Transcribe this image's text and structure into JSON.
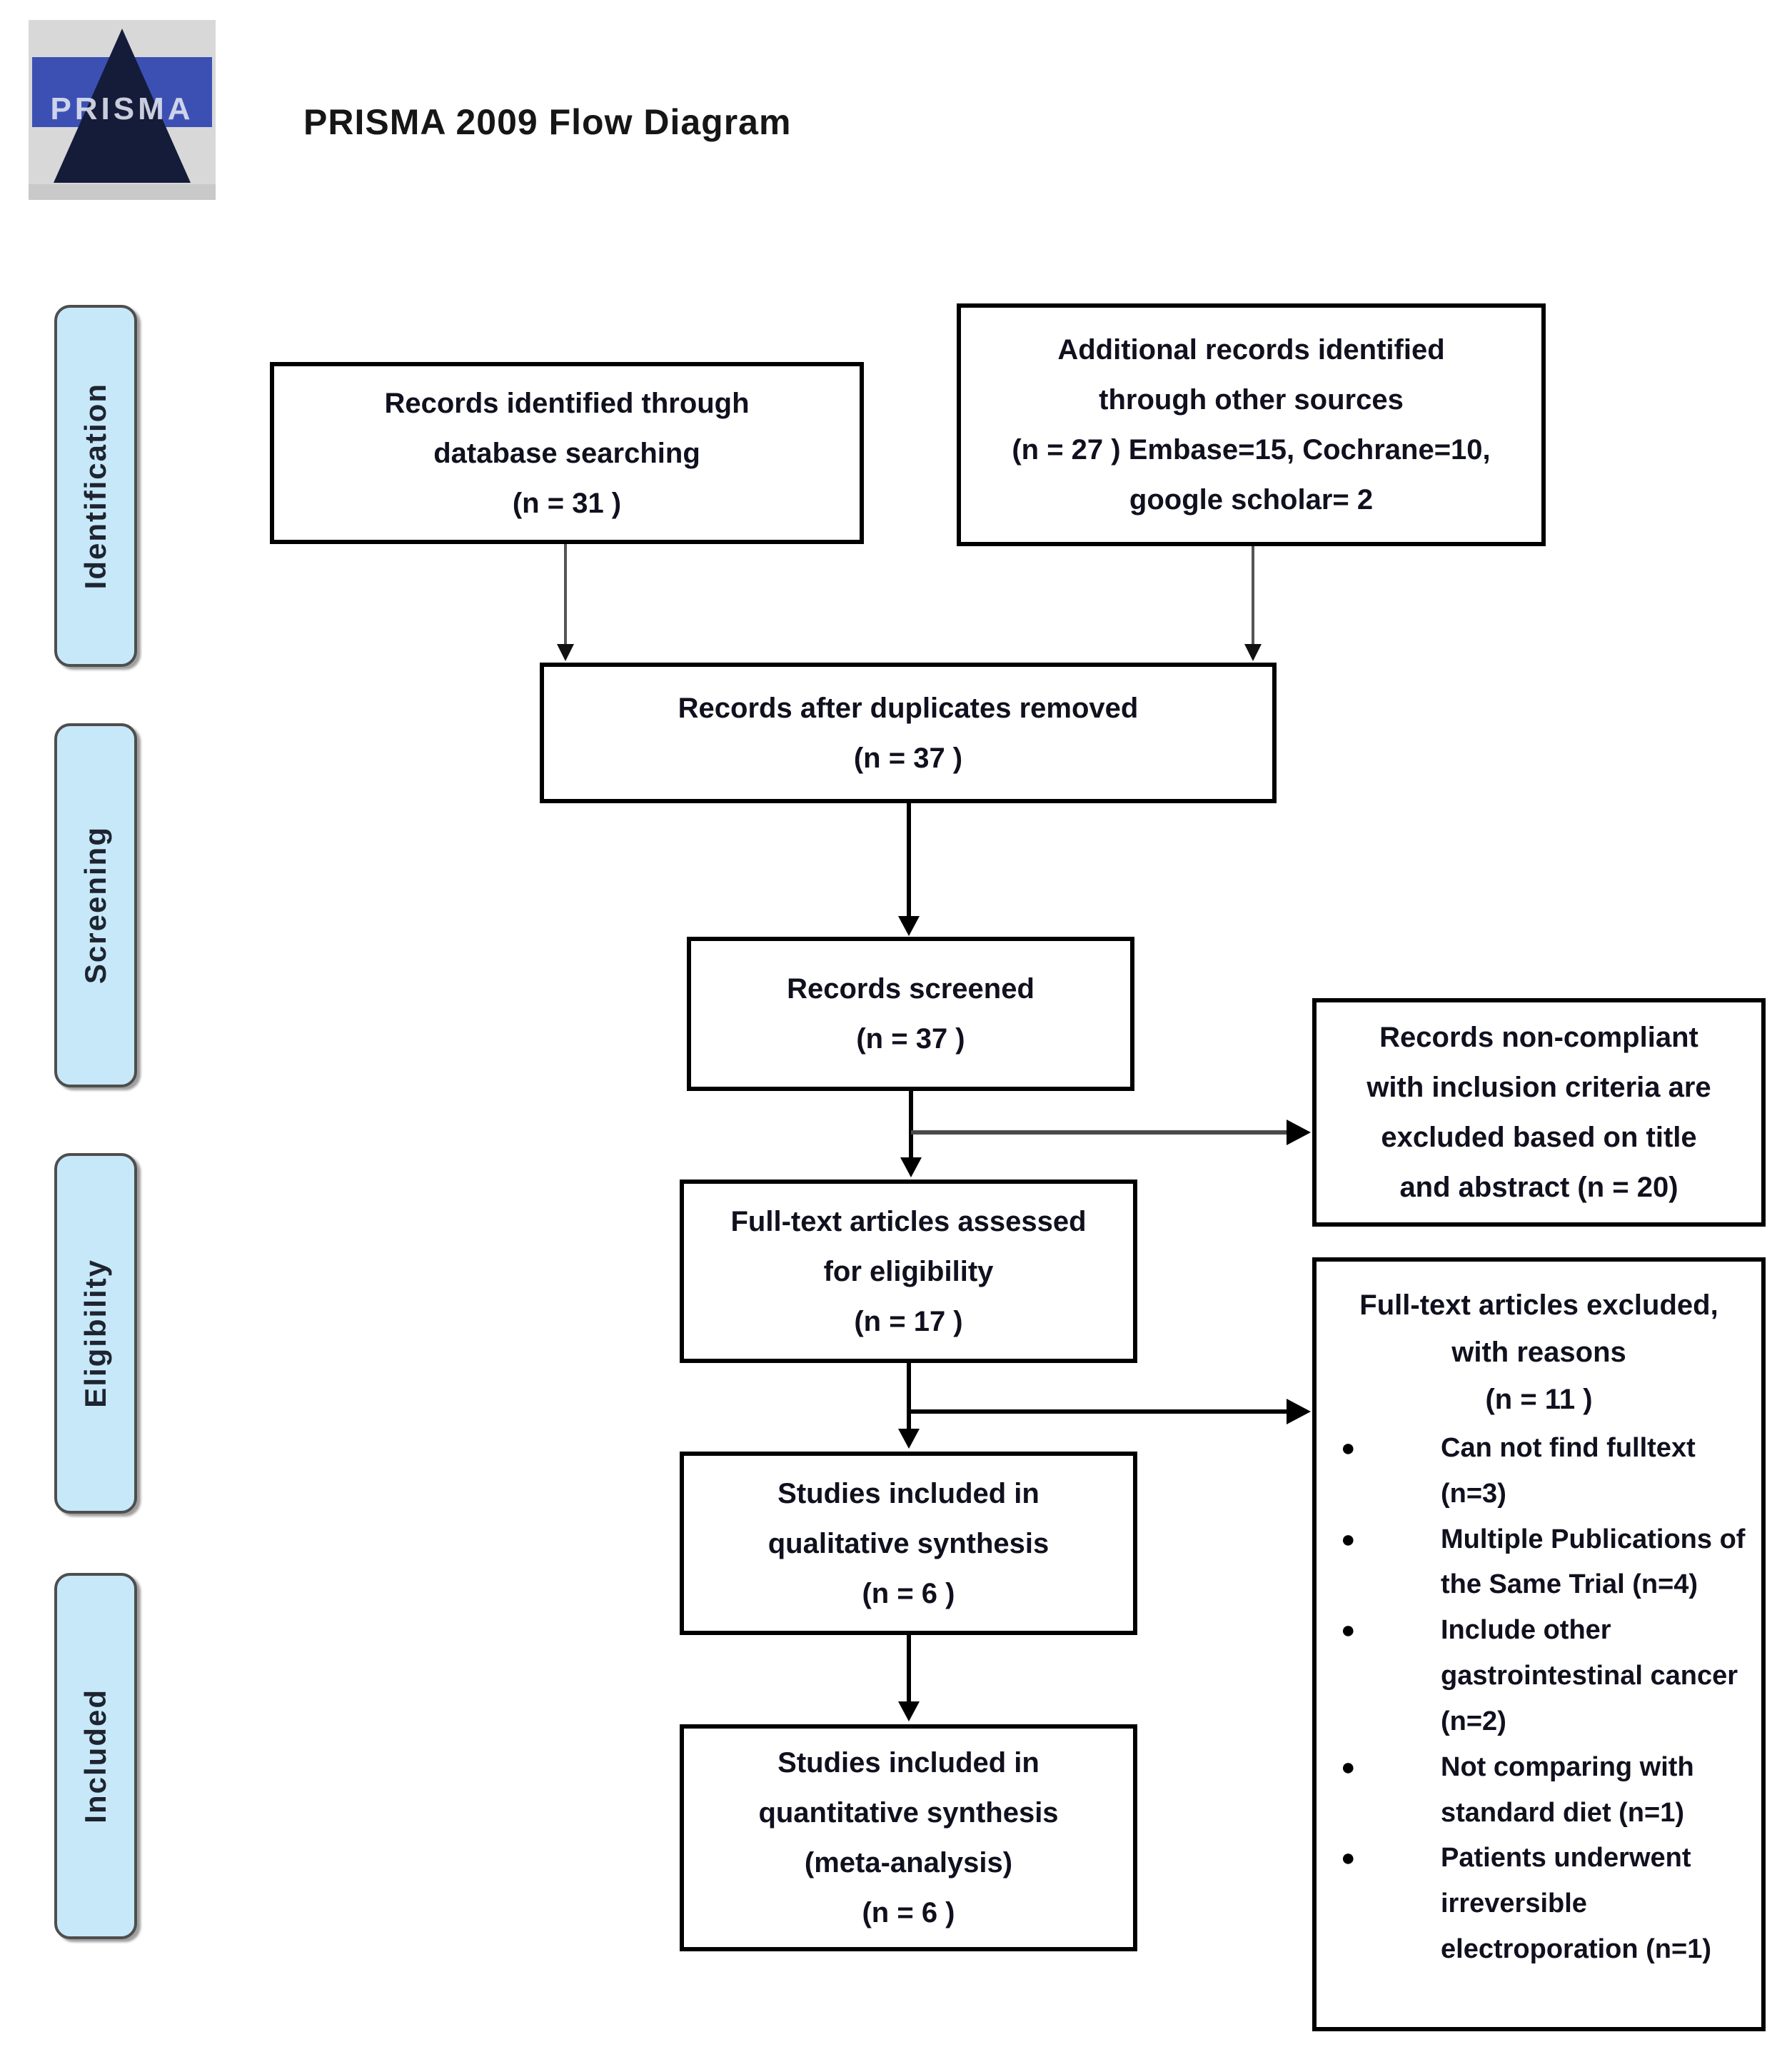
{
  "header": {
    "title": "PRISMA 2009 Flow Diagram",
    "logo_text": "PRISMA"
  },
  "stages": [
    {
      "label": "Identification"
    },
    {
      "label": "Screening"
    },
    {
      "label": "Eligibility"
    },
    {
      "label": "Included"
    }
  ],
  "flow_boxes": [
    {
      "name": "records-identified",
      "lines": [
        "Records identified through",
        "database searching",
        "(n = 31 )"
      ]
    },
    {
      "name": "additional-records",
      "lines": [
        "Additional records identified",
        "through other sources",
        "(n = 27 ) Embase=15, Cochrane=10,",
        "google scholar= 2"
      ]
    },
    {
      "name": "after-duplicates",
      "lines": [
        "Records after duplicates removed",
        "(n = 37 )"
      ]
    },
    {
      "name": "records-screened",
      "lines": [
        "Records screened",
        "(n = 37 )"
      ]
    },
    {
      "name": "fulltext-assessed",
      "lines": [
        "Full-text articles assessed",
        "for eligibility",
        "(n = 17 )"
      ]
    },
    {
      "name": "qualitative-synthesis",
      "lines": [
        "Studies included in",
        "qualitative synthesis",
        "(n = 6 )"
      ]
    },
    {
      "name": "quantitative-synthesis",
      "lines": [
        "Studies included in",
        "quantitative synthesis",
        "(meta-analysis)",
        "(n = 6 )"
      ]
    }
  ],
  "side_boxes": [
    {
      "name": "excluded-title-abstract",
      "lines": [
        "Records non-compliant",
        "with inclusion criteria are",
        "excluded based on title",
        "and abstract (n = 20)"
      ]
    },
    {
      "name": "fulltext-excluded",
      "heading_lines": [
        "Full-text articles excluded,",
        "with reasons",
        "(n = 11 )"
      ],
      "bullet_glyph": "●",
      "items": [
        "Can not find fulltext (n=3)",
        "Multiple Publications of the Same Trial (n=4)",
        "Include other gastrointestinal cancer (n=2)",
        "Not comparing with standard diet (n=1)",
        "Patients underwent irreversible electroporation (n=1)"
      ]
    }
  ],
  "colors": {
    "stage_fill": "#c7e8f9",
    "stage_border": "#4e4e4e",
    "box_border": "#000000",
    "box_text": "#10101e",
    "logo_blue": "#3c50b4",
    "logo_navy": "#151c3a",
    "arrow": "#000000"
  }
}
